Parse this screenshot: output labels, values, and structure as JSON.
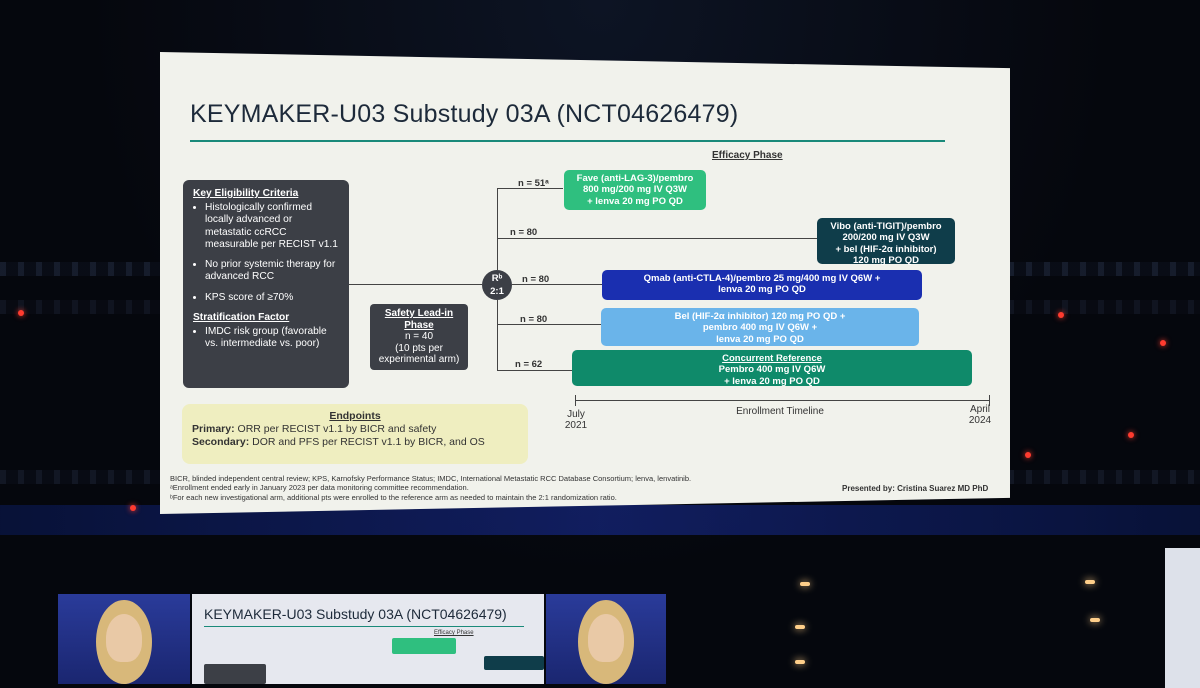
{
  "slide": {
    "title": "KEYMAKER-U03 Substudy 03A (NCT04626479)",
    "efficacy_phase": "Efficacy Phase",
    "eligibility": {
      "heading": "Key Eligibility Criteria",
      "items": [
        "Histologically confirmed locally advanced or metastatic ccRCC measurable per RECIST v1.1",
        "No prior systemic therapy for advanced RCC",
        "KPS score of ≥70%"
      ],
      "strat_heading": "Stratification Factor",
      "strat_items": [
        "IMDC risk group (favorable vs. intermediate vs. poor)"
      ]
    },
    "safety": {
      "heading": "Safety Lead-in Phase",
      "n": "n = 40",
      "detail": "(10 pts per experimental arm)"
    },
    "randomization": {
      "r": "Rᵇ",
      "ratio": "2:1"
    },
    "arms": [
      {
        "n": "n = 51ᵃ",
        "lines": [
          "Fave (anti-LAG-3)/pembro",
          "800 mg/200 mg IV Q3W",
          "+ lenva 20 mg PO QD"
        ],
        "color": "#2fbf7f"
      },
      {
        "n": "n = 80",
        "lines": [
          "Vibo (anti-TIGIT)/pembro",
          "200/200 mg IV Q3W",
          "+ bel (HIF-2α inhibitor)",
          "120 mg PO QD"
        ],
        "color": "#0f3d4a"
      },
      {
        "n": "n = 80",
        "lines": [
          "Qmab (anti-CTLA-4)/pembro 25 mg/400 mg IV Q6W +",
          "lenva 20 mg PO QD"
        ],
        "color": "#1a2fb0"
      },
      {
        "n": "n = 80",
        "lines": [
          "Bel (HIF-2α inhibitor) 120 mg PO QD +",
          "pembro 400 mg IV Q6W +",
          "lenva 20 mg PO QD"
        ],
        "color": "#6ab4ea"
      },
      {
        "n": "n = 62",
        "heading": "Concurrent Reference",
        "lines": [
          "Pembro 400 mg IV Q6W",
          "+ lenva 20 mg PO QD"
        ],
        "color": "#0f8a6a"
      }
    ],
    "timeline": {
      "start": "July 2021",
      "label": "Enrollment Timeline",
      "end": "April 2024"
    },
    "endpoints": {
      "heading": "Endpoints",
      "primary_label": "Primary:",
      "primary": "ORR per RECIST v1.1 by BICR and safety",
      "secondary_label": "Secondary:",
      "secondary": "DOR and PFS per RECIST v1.1 by BICR, and OS"
    },
    "footnotes": [
      "BICR, blinded independent central review; KPS, Karnofsky Performance Status; IMDC, International Metastatic RCC Database Consortium; lenva, lenvatinib.",
      "ᵃEnrollment ended early in January 2023 per data monitoring committee recommendation.",
      "ᵇFor each new investigational arm, additional pts were enrolled to the reference arm as needed to maintain the 2:1 randomization ratio."
    ],
    "presenter": "Presented by: Cristina Suarez MD PhD"
  },
  "monitor": {
    "title": "KEYMAKER-U03 Substudy 03A (NCT04626479)",
    "efficacy_phase": "Efficacy Phase"
  }
}
